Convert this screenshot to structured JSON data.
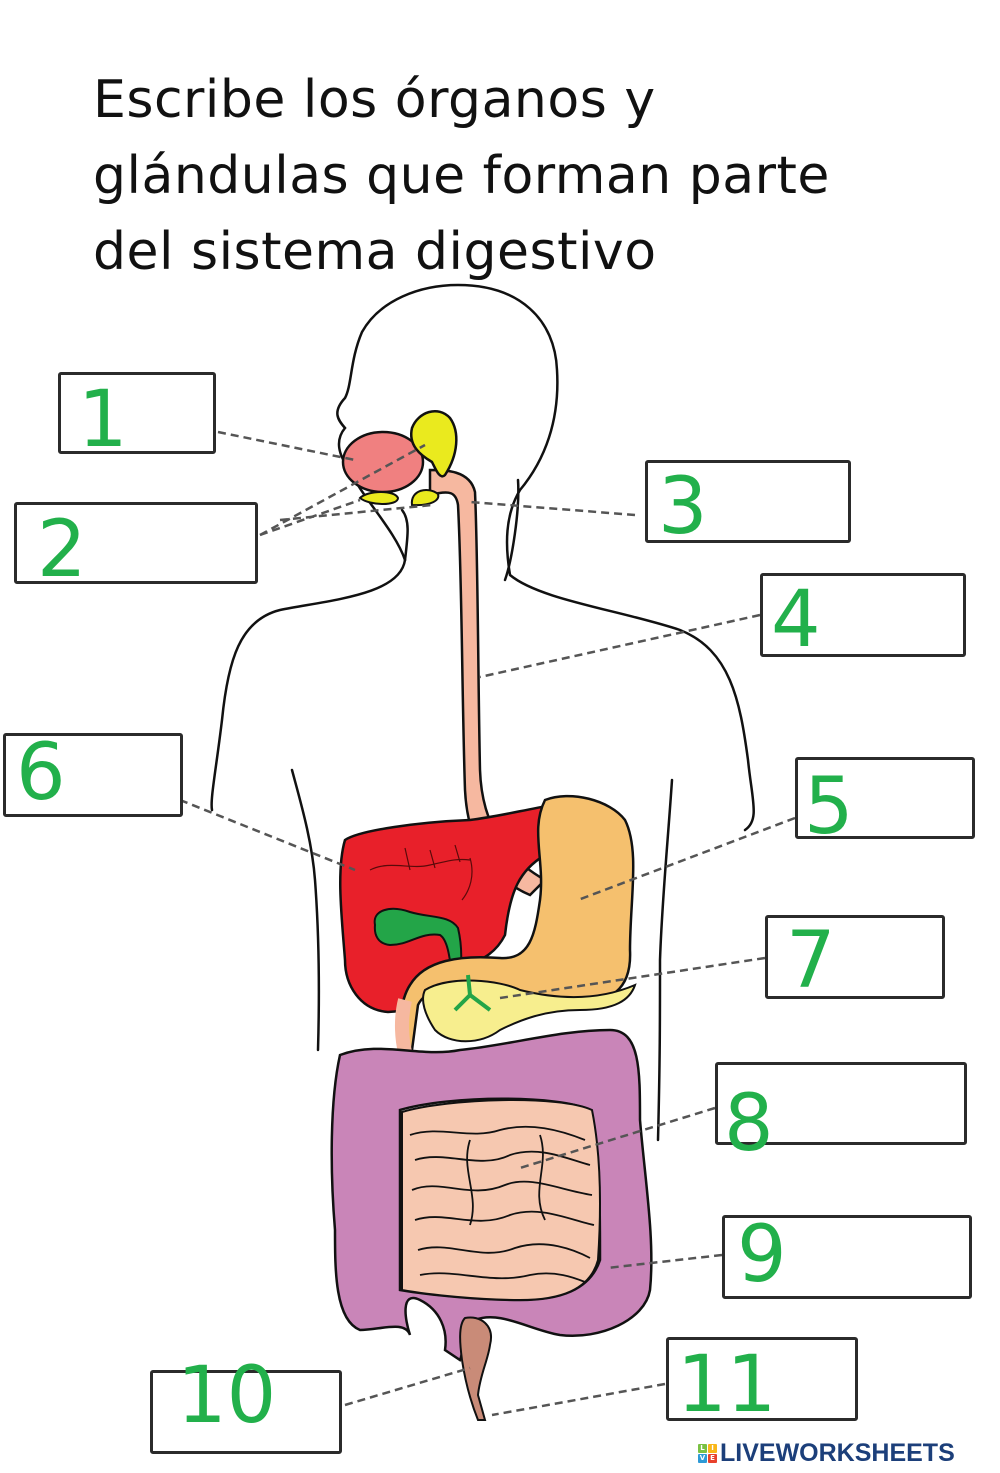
{
  "title": {
    "lines": [
      "Escribe los órganos y",
      "glándulas que forman parte",
      "del sistema digestivo"
    ]
  },
  "colors": {
    "number_green": "#22b04b",
    "box_border": "#2b2b2b",
    "tongue": "#f08080",
    "salivary_glands": "#eaea1e",
    "esophagus": "#f6b8a0",
    "liver": "#e8202a",
    "gallbladder": "#23a548",
    "stomach": "#f5c06e",
    "pancreas": "#f7ee8e",
    "large_intestine": "#c985b8",
    "small_intestine": "#f6c8b0",
    "rectum": "#c98b78",
    "logo_text": "#1c3f7a"
  },
  "labels": [
    {
      "number": "1",
      "value": "",
      "placeholder": ""
    },
    {
      "number": "2",
      "value": "",
      "placeholder": ""
    },
    {
      "number": "3",
      "value": "",
      "placeholder": ""
    },
    {
      "number": "4",
      "value": "",
      "placeholder": ""
    },
    {
      "number": "5",
      "value": "",
      "placeholder": ""
    },
    {
      "number": "6",
      "value": "",
      "placeholder": ""
    },
    {
      "number": "7",
      "value": "",
      "placeholder": ""
    },
    {
      "number": "8",
      "value": "",
      "placeholder": ""
    },
    {
      "number": "9",
      "value": "",
      "placeholder": ""
    },
    {
      "number": "10",
      "value": "",
      "placeholder": ""
    },
    {
      "number": "11",
      "value": "",
      "placeholder": ""
    }
  ],
  "logo": {
    "grid": [
      "L",
      "I",
      "V",
      "E"
    ],
    "grid_colors": [
      "#7ac143",
      "#f9b719",
      "#2e9ad6",
      "#e8412c"
    ],
    "text": "LIVEWORKSHEETS"
  }
}
